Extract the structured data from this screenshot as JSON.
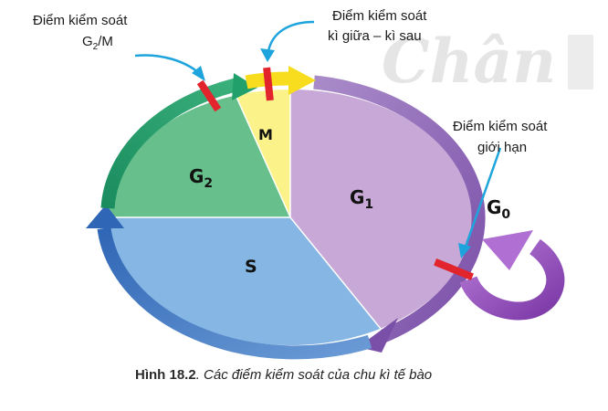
{
  "watermark": "Chân",
  "phases": {
    "g1": "G1",
    "g2": "G2",
    "s": "S",
    "m": "M",
    "g0": "G0"
  },
  "checkpoints": {
    "g2m_line1": "Điểm kiểm soát",
    "g2m_line2_main": "G",
    "g2m_line2_sub": "2",
    "g2m_line2_rest": "/M",
    "meta_line1": "Điểm kiểm soát",
    "meta_line2": "kì giữa – kì sau",
    "restriction_line1": "Điểm kiểm soát",
    "restriction_line2": "giới hạn"
  },
  "caption": {
    "number": "Hình 18.2",
    "text": ". Các điểm kiểm soát của chu kì tế bào"
  },
  "colors": {
    "g1": "#c7a8d6",
    "g2": "#67bf8c",
    "s": "#86b6e3",
    "m": "#fbf38a",
    "arc_purple": "#8c64b3",
    "arc_blue": "#4677c2",
    "arc_green": "#1f9b6a",
    "arrow_yellow": "#f7dd1d",
    "checkpoint_red": "#e2252c",
    "pointer_blue": "#1ea4dd"
  }
}
